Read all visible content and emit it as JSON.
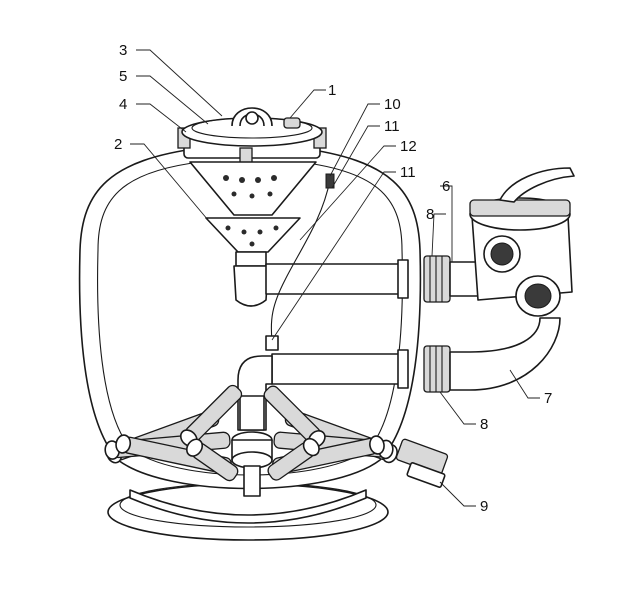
{
  "callouts": [
    {
      "id": "c1",
      "label": "1"
    },
    {
      "id": "c2",
      "label": "2"
    },
    {
      "id": "c3",
      "label": "3"
    },
    {
      "id": "c4",
      "label": "4"
    },
    {
      "id": "c5",
      "label": "5"
    },
    {
      "id": "c6",
      "label": "6"
    },
    {
      "id": "c7",
      "label": "7"
    },
    {
      "id": "c8a",
      "label": "8"
    },
    {
      "id": "c8b",
      "label": "8"
    },
    {
      "id": "c9",
      "label": "9"
    },
    {
      "id": "c10",
      "label": "10"
    },
    {
      "id": "c11a",
      "label": "11"
    },
    {
      "id": "c11b",
      "label": "11"
    },
    {
      "id": "c12",
      "label": "12"
    }
  ]
}
